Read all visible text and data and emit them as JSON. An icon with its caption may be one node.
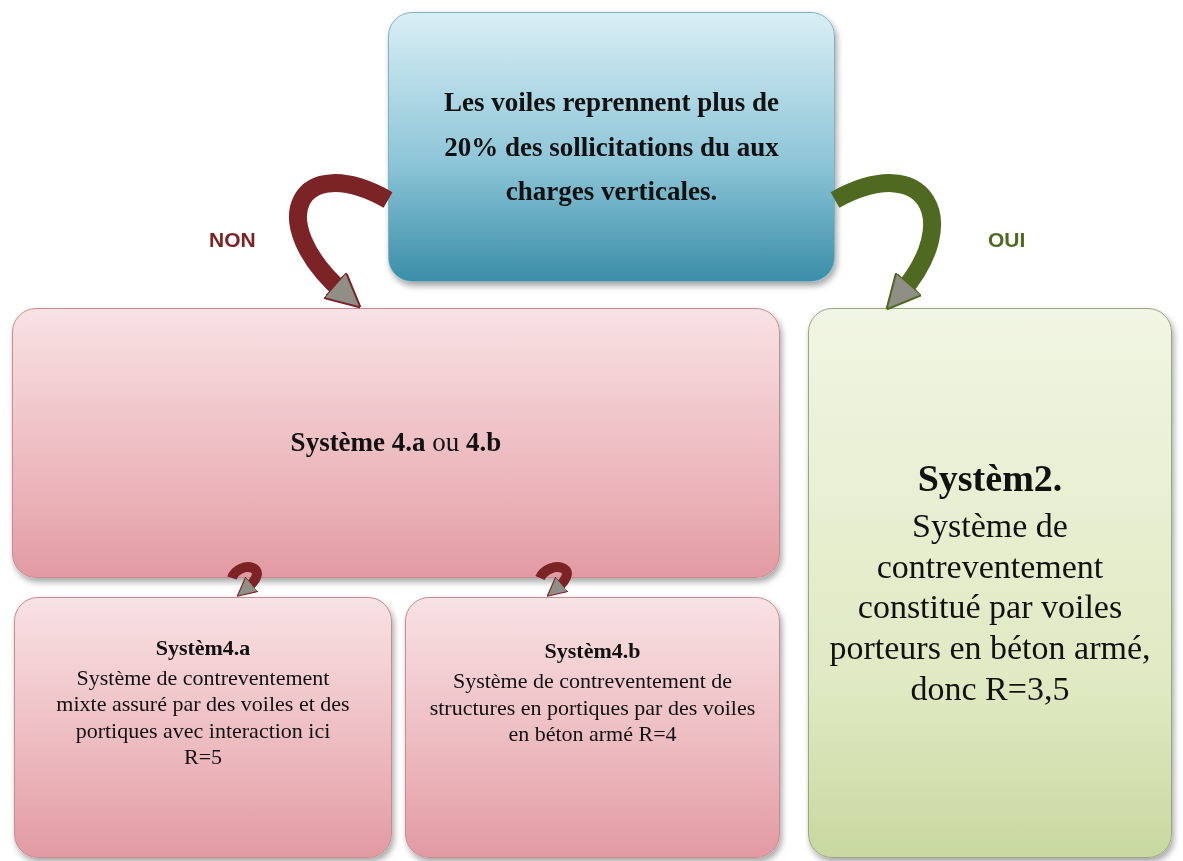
{
  "diagram": {
    "nodes": [
      {
        "text": [
          "Les voiles reprennent plus de 20% des sollicitations du aux charges verticales."
        ]
      },
      {
        "text": [
          "**Système 4.a** ou **4.b**"
        ]
      },
      {
        "text": [
          "Systèm2.",
          "Système de contreventement constitué par voiles porteurs en béton armé, donc R=3,5"
        ]
      },
      {
        "text": [
          "Systèm4.a",
          "Système de contreventement mixte assuré par des voiles et des portiques avec interaction ici R=5"
        ]
      },
      {
        "text": [
          "Systèm4.b",
          "Système de contreventement de structures en portiques par des voiles en béton armé R=4"
        ]
      }
    ],
    "edges": [
      {
        "from": 0,
        "to": 1,
        "arrow": "to",
        "label": "NON",
        "style": "thick"
      },
      {
        "from": 0,
        "to": 2,
        "arrow": "to",
        "label": "OUI",
        "style": "thick",
        "color": "#4f6a20"
      },
      {
        "from": 1,
        "to": 3,
        "arrow": "to"
      },
      {
        "from": 1,
        "to": 4,
        "arrow": "to"
      }
    ]
  }
}
